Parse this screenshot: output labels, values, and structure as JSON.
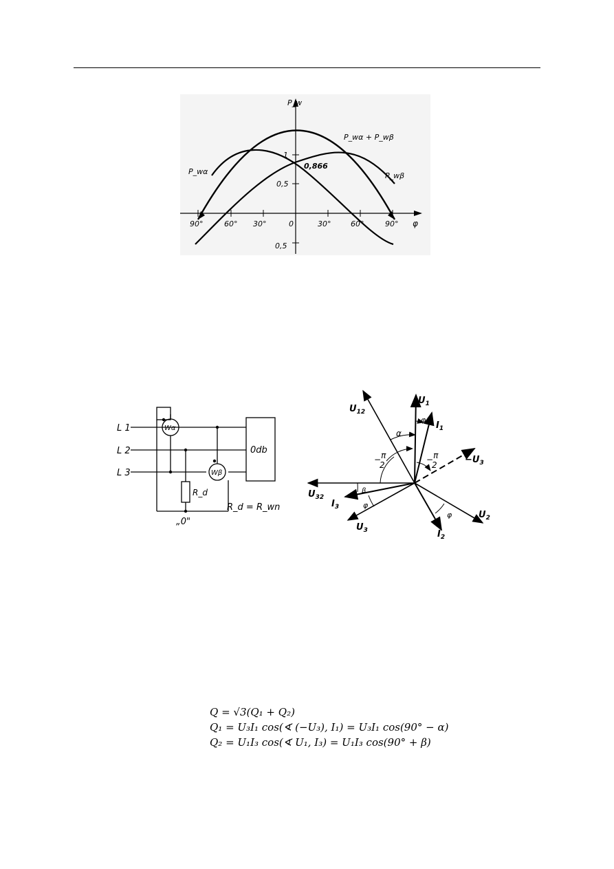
{
  "figure1": {
    "y_axis_label": "P_w",
    "x_axis_symbol": "φ",
    "curve_labels": {
      "sum": "P_wα + P_wβ",
      "alpha": "P_wα",
      "beta": "P_wβ"
    },
    "intersection_label": "0,866",
    "y_ticks": [
      "1",
      "0,5",
      "0,5"
    ],
    "x_ticks": [
      "90°",
      "60°",
      "30°",
      "0",
      "30°",
      "60°",
      "90°"
    ]
  },
  "figure2": {
    "lines": [
      "L 1",
      "L 2",
      "L 3"
    ],
    "wattmeters": [
      "Wα",
      "Wβ"
    ],
    "load": "0db",
    "resistor": "R_d",
    "relation": "R_d = R_wn",
    "neutral": "„0\""
  },
  "figure3": {
    "vectors": [
      "U1",
      "I1",
      "U12",
      "-U3",
      "U32",
      "I3",
      "U3",
      "U2",
      "I2"
    ],
    "angles": [
      "φ",
      "α",
      "-π/2",
      "-π/2",
      "β",
      "φ",
      "φ"
    ]
  },
  "formulas": [
    "Q = √3(Q₁ + Q₂)",
    "Q₁ = U₃I₁ cos(∢ (−U₃), I₁) = U₃I₁ cos(90° − α)",
    "Q₂ = U₁I₃ cos(∢ U₁, I₃) = U₁I₃ cos(90° + β)"
  ]
}
